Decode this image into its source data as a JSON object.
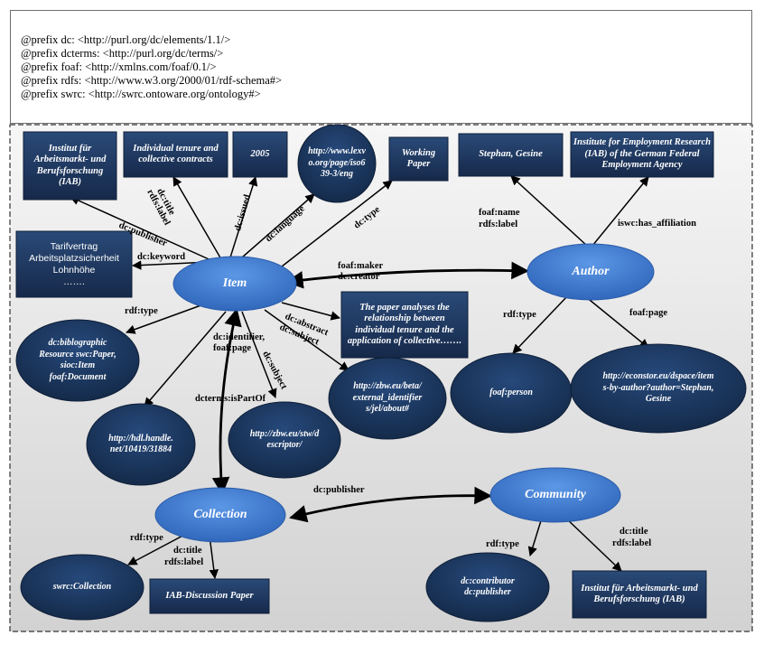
{
  "prefixes": [
    "@prefix  dc: <http://purl.org/dc/elements/1.1/>",
    "@prefix  dcterms: <http://purl.org/dc/terms/>",
    "@prefix  foaf: <http://xmlns.com/foaf/0.1/>",
    "@prefix  rdfs: <http://www.w3.org/2000/01/rdf-schema#>",
    "@prefix  swrc: <http://swrc.ontoware.org/ontology#>"
  ],
  "colors": {
    "node_dark": "#1f3a60",
    "node_light": "#3f7bd0",
    "arrow": "#000000",
    "frame_bg": "#e6e6e6"
  },
  "nodes": {
    "institut": "Institut für Arbeitsmarkt- und Berufsforschung (IAB)",
    "tenure": "Individual tenure and collective contracts",
    "year": "2005",
    "language_url": "http://www.lexvo.org/page/iso639-3/eng",
    "working_paper": "Working Paper",
    "stephan": "Stephan, Gesine",
    "institute_employment": "Institute for Employment Research (IAB) of the German Federal Employment Agency",
    "keywords": [
      "Tarifvertrag",
      "Arbeitsplatzsicherheit",
      "Lohnhöhe",
      "……."
    ],
    "item": "Item",
    "author": "Author",
    "abstract": "The paper analyses the relationship between individual tenure and the application of collective…….",
    "bib_resource": "dc:biblographic Resource swc:Paper, sioc:Item foaf:Document",
    "jel_url": "http://zbw.eu/beta/external_identifiers/jel/about#",
    "foaf_person": "foaf:person",
    "econstor_url": "http://econstor.eu/dspace/items-by-author?author=Stephan, Gesine",
    "handle_url": "http://hdl.handle.net/10419/31884",
    "stw_url": "http://zbw.eu/stw/descriptor/",
    "collection": "Collection",
    "community": "Community",
    "swrc_collection": "swrc:Collection",
    "iab_discussion": "IAB-Discussion Paper",
    "contributor_publisher": "dc:contributor dc:publisher",
    "institut2": "Institut für Arbeitsmarkt- und Berufsforschung (IAB)"
  },
  "labels": {
    "dc_publisher": "dc:publisher",
    "dc_title_rdfs_label": [
      "dc:title",
      "rdfs:label"
    ],
    "dc_issued": "dc:issued",
    "dc_language": "dc:language",
    "dc_type": "dc:type",
    "dc_keyword": "dc:keyword",
    "foaf_maker_dc_creator": [
      "foaf:maker",
      "dc:creator"
    ],
    "foaf_name_rdfs_label": [
      "foaf:name",
      "rdfs:label"
    ],
    "iswc_has_affiliation": "iswc:has_affiliation",
    "rdf_type": "rdf:type",
    "dc_abstract_dc_subject": [
      "dc:abstract",
      "dc:subject"
    ],
    "dc_identifier_foaf_page": [
      "dc:identifier,",
      "foaf:page"
    ],
    "dc_subject": "dc:subject",
    "dcterms_ispartof": "dcterms:isPartOf",
    "author_rdf_type": "rdf:type",
    "foaf_page": "foaf:page",
    "coll_dc_publisher": "dc:publisher",
    "coll_rdf_type": "rdf:type",
    "coll_dc_title_rdfs_label": [
      "dc:title",
      "rdfs:label"
    ],
    "comm_rdf_type": "rdf:type",
    "comm_dc_title_rdfs_label": [
      "dc:title",
      "rdfs:label"
    ]
  }
}
